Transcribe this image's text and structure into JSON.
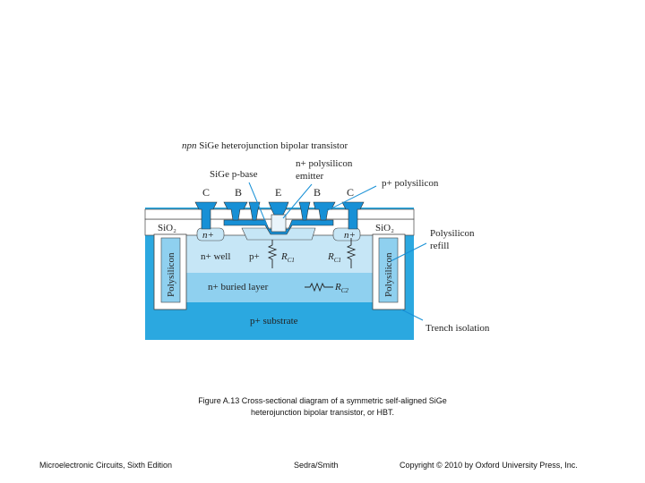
{
  "diagram": {
    "title_italic": "npn",
    "title_rest": " SiGe heterojunction bipolar transistor",
    "label_sige_base": "SiGe p-base",
    "label_n_poly_1": "n+ polysilicon",
    "label_n_poly_2": "emitter",
    "label_p_poly": "p+ polysilicon",
    "terminals": [
      "C",
      "B",
      "E",
      "B",
      "C"
    ],
    "sio2_left": "SiO₂",
    "sio2_right": "SiO₂",
    "nplus_left": "n+",
    "nplus_right": "n+",
    "n_well": "n+ well",
    "p_plus": "p+",
    "rc1_a": "R",
    "rc1_a_sub": "C1",
    "rc1_b": "R",
    "rc1_b_sub": "C1",
    "buried_layer": "n+ buried layer",
    "rc2": "R",
    "rc2_sub": "C2",
    "substrate": "p+ substrate",
    "polysilicon_left": "Polysilicon",
    "polysilicon_right": "Polysilicon",
    "refill_1": "Polysilicon",
    "refill_2": "refill",
    "trench": "Trench isolation"
  },
  "caption": {
    "line1": "Figure A.13 Cross-sectional diagram of a symmetric self-aligned SiGe",
    "line2": "heterojunction bipolar transistor, or HBT."
  },
  "footer": {
    "left": "Microelectronic Circuits, Sixth Edition",
    "center": "Sedra/Smith",
    "right": "Copyright © 2010 by Oxford University Press, Inc."
  },
  "colors": {
    "substrate": "#2ba8e0",
    "buried": "#8fd0ef",
    "well": "#c6e6f6",
    "oxide": "#ffffff",
    "metal": "#1790d6",
    "outline": "#444444"
  }
}
